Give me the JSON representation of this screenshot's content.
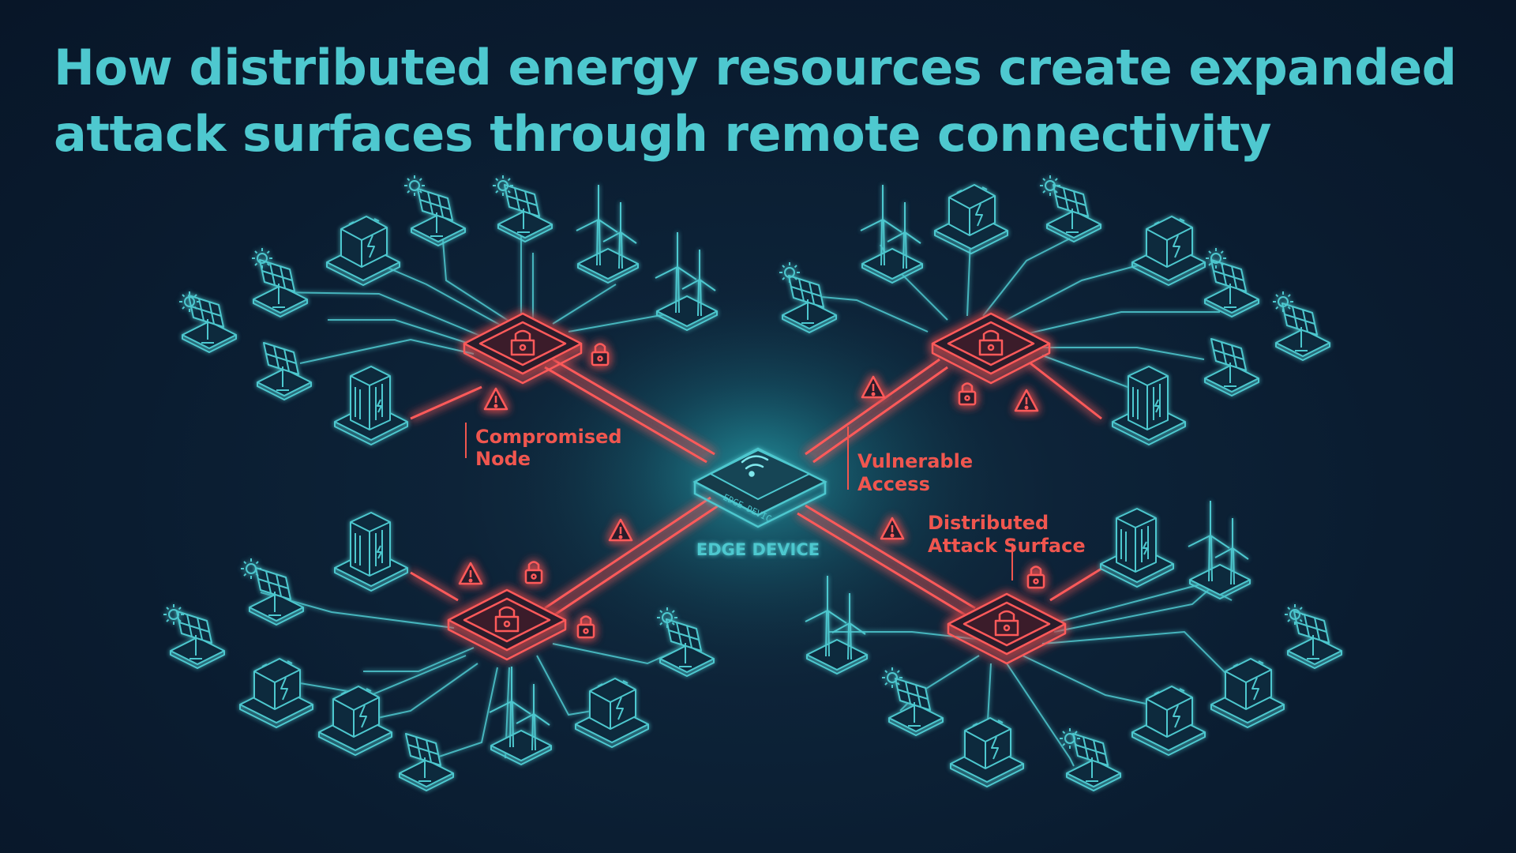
{
  "title": {
    "line1": "How distributed energy resources create expanded",
    "line2": "attack surfaces through remote connectivity"
  },
  "center": {
    "label": "EDGE DEVICE",
    "device_text": "EDGE DEVIC"
  },
  "callouts": {
    "compromised": [
      "Compromised",
      "Node"
    ],
    "vulnerable": [
      "Vulnerable",
      "Access"
    ],
    "distributed": [
      "Distributed",
      "Attack Surface"
    ]
  },
  "colors": {
    "background": "#0a1c30",
    "teal": "#4ec8cf",
    "cyan_glow": "#36d6e0",
    "red": "#ff5a5a",
    "label_red": "#f0564f"
  },
  "icons": [
    "solar-panel-icon",
    "battery-icon",
    "wind-turbine-icon",
    "server-rack-icon",
    "lock-icon",
    "warning-icon",
    "sun-icon",
    "wifi-icon"
  ]
}
